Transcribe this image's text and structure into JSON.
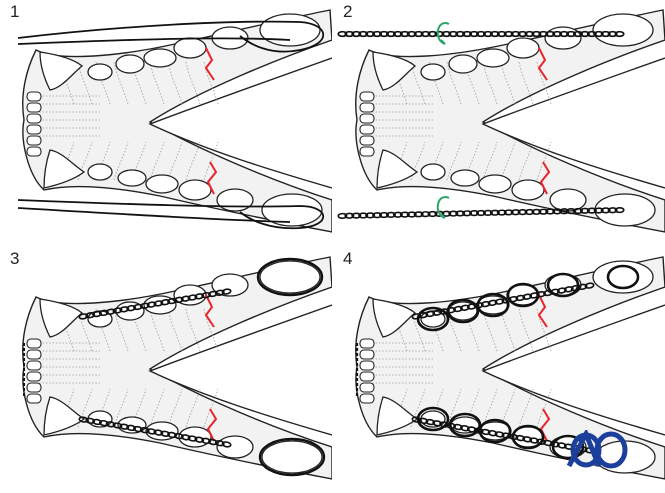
{
  "panels": [
    {
      "id": "p1",
      "number": "1",
      "technique": "wire-loops"
    },
    {
      "id": "p2",
      "number": "2",
      "technique": "twisted-wire"
    },
    {
      "id": "p3",
      "number": "3",
      "technique": "wire-placed"
    },
    {
      "id": "p4",
      "number": "4",
      "technique": "wire-tightened"
    }
  ],
  "logo": {
    "text": "AO"
  },
  "colors": {
    "outline": "#222222",
    "bone_fill": "#f2f2f2",
    "fracture": "#e8242b",
    "rotation_arrow": "#2aa56b",
    "logo": "#1d3f9c"
  }
}
